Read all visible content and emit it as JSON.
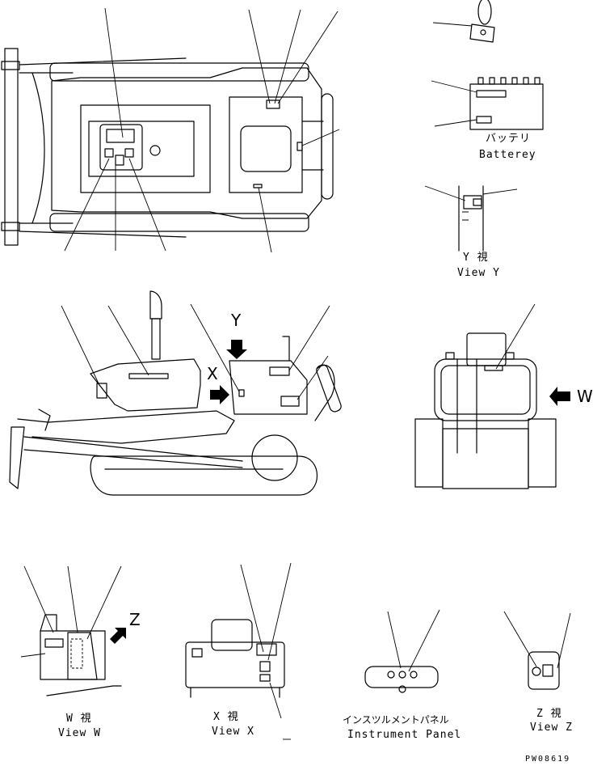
{
  "battery": {
    "jp": "バッテリ",
    "en": "Batterey"
  },
  "view_y": {
    "jp": "Y 視",
    "en": "View Y"
  },
  "view_w": {
    "jp": "W 視",
    "en": "View W"
  },
  "view_x": {
    "jp": "X 視",
    "en": "View X"
  },
  "view_z": {
    "jp": "Z 視",
    "en": "View Z"
  },
  "instrument_panel": {
    "jp": "インスツルメントパネル",
    "en": "Instrument Panel"
  },
  "markers": {
    "y": "Y",
    "x": "X",
    "w": "W",
    "z": "Z"
  },
  "drawing_code": "PW08619"
}
